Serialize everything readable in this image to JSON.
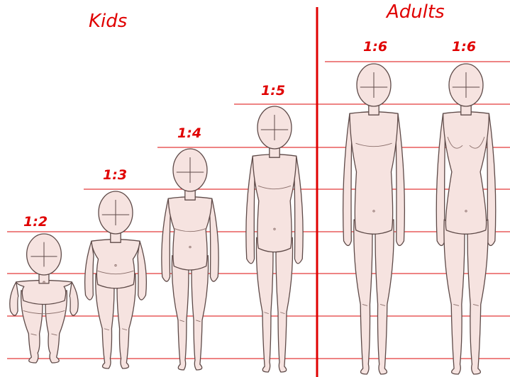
{
  "sections": {
    "kids_title": "Kids",
    "adults_title": "Adults"
  },
  "figures": [
    {
      "id": "kid-1-2",
      "ratio_label": "1:2",
      "head_units": 2
    },
    {
      "id": "kid-1-3",
      "ratio_label": "1:3",
      "head_units": 3
    },
    {
      "id": "kid-1-4",
      "ratio_label": "1:4",
      "head_units": 4
    },
    {
      "id": "kid-1-5",
      "ratio_label": "1:5",
      "head_units": 5
    },
    {
      "id": "adult-male-1-6",
      "ratio_label": "1:6",
      "head_units": 6
    },
    {
      "id": "adult-female-1-6",
      "ratio_label": "1:6",
      "head_units": 6
    }
  ],
  "colors": {
    "guide_line": "#e43a3a",
    "label": "#e00000",
    "skin": "#f6e3e0",
    "outline": "#5e4a48"
  }
}
